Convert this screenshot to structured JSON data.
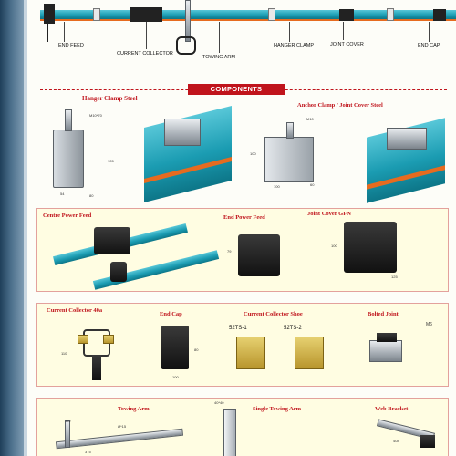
{
  "top_labels": {
    "end_feed": "END FEED",
    "current_collector": "CURRENT COLLECTOR",
    "towing_arm": "TOWING ARM",
    "hanger_clamp": "HANGER CLAMP",
    "joint_cover": "JOINT COVER",
    "end_cap": "END CAP"
  },
  "section_title": "COMPONENTS",
  "products": {
    "hanger_clamp_steel": {
      "title": "Hanger Clamp Steel",
      "dims": [
        "M10*70",
        "105",
        "54",
        "80"
      ]
    },
    "anchor_clamp_joint_cover": {
      "title": "Anchor Clamp / Joint Cover Steel",
      "dims": [
        "M10",
        "100",
        "100",
        "60"
      ]
    },
    "centre_power_feed": {
      "title": "Centre Power Feed"
    },
    "end_power_feed": {
      "title": "End Power Feed",
      "dims": [
        "79"
      ]
    },
    "joint_cover_gfn": {
      "title": "Joint Cover GFN",
      "dims": [
        "100",
        "125"
      ]
    },
    "current_collector_40a": {
      "title": "Current Collector 40a",
      "dims": [
        "110"
      ]
    },
    "end_cap": {
      "title": "End Cap",
      "dims": [
        "80",
        "100"
      ]
    },
    "current_collector_shoe": {
      "title": "Current Collector Shoe",
      "models": [
        "52TS-1",
        "52TS-2"
      ]
    },
    "bolted_joint": {
      "title": "Bolted Joint",
      "dims": [
        "M6"
      ]
    },
    "towing_arm": {
      "title": "Towing Arm",
      "dims": [
        "162",
        "Ø*15",
        "375"
      ]
    },
    "single_towing_arm": {
      "title": "Single Towing Arm",
      "dims": [
        "40*40"
      ]
    },
    "web_bracket": {
      "title": "Web Bracket",
      "dims": [
        "408"
      ]
    }
  },
  "colors": {
    "title_red": "#c0141c",
    "rail_teal": "#1b9cb2",
    "rail_stripe": "#e66b1f",
    "panel_fill": "#fffde2",
    "panel_border": "#e3a19c",
    "sidebar": "#2e5470"
  }
}
